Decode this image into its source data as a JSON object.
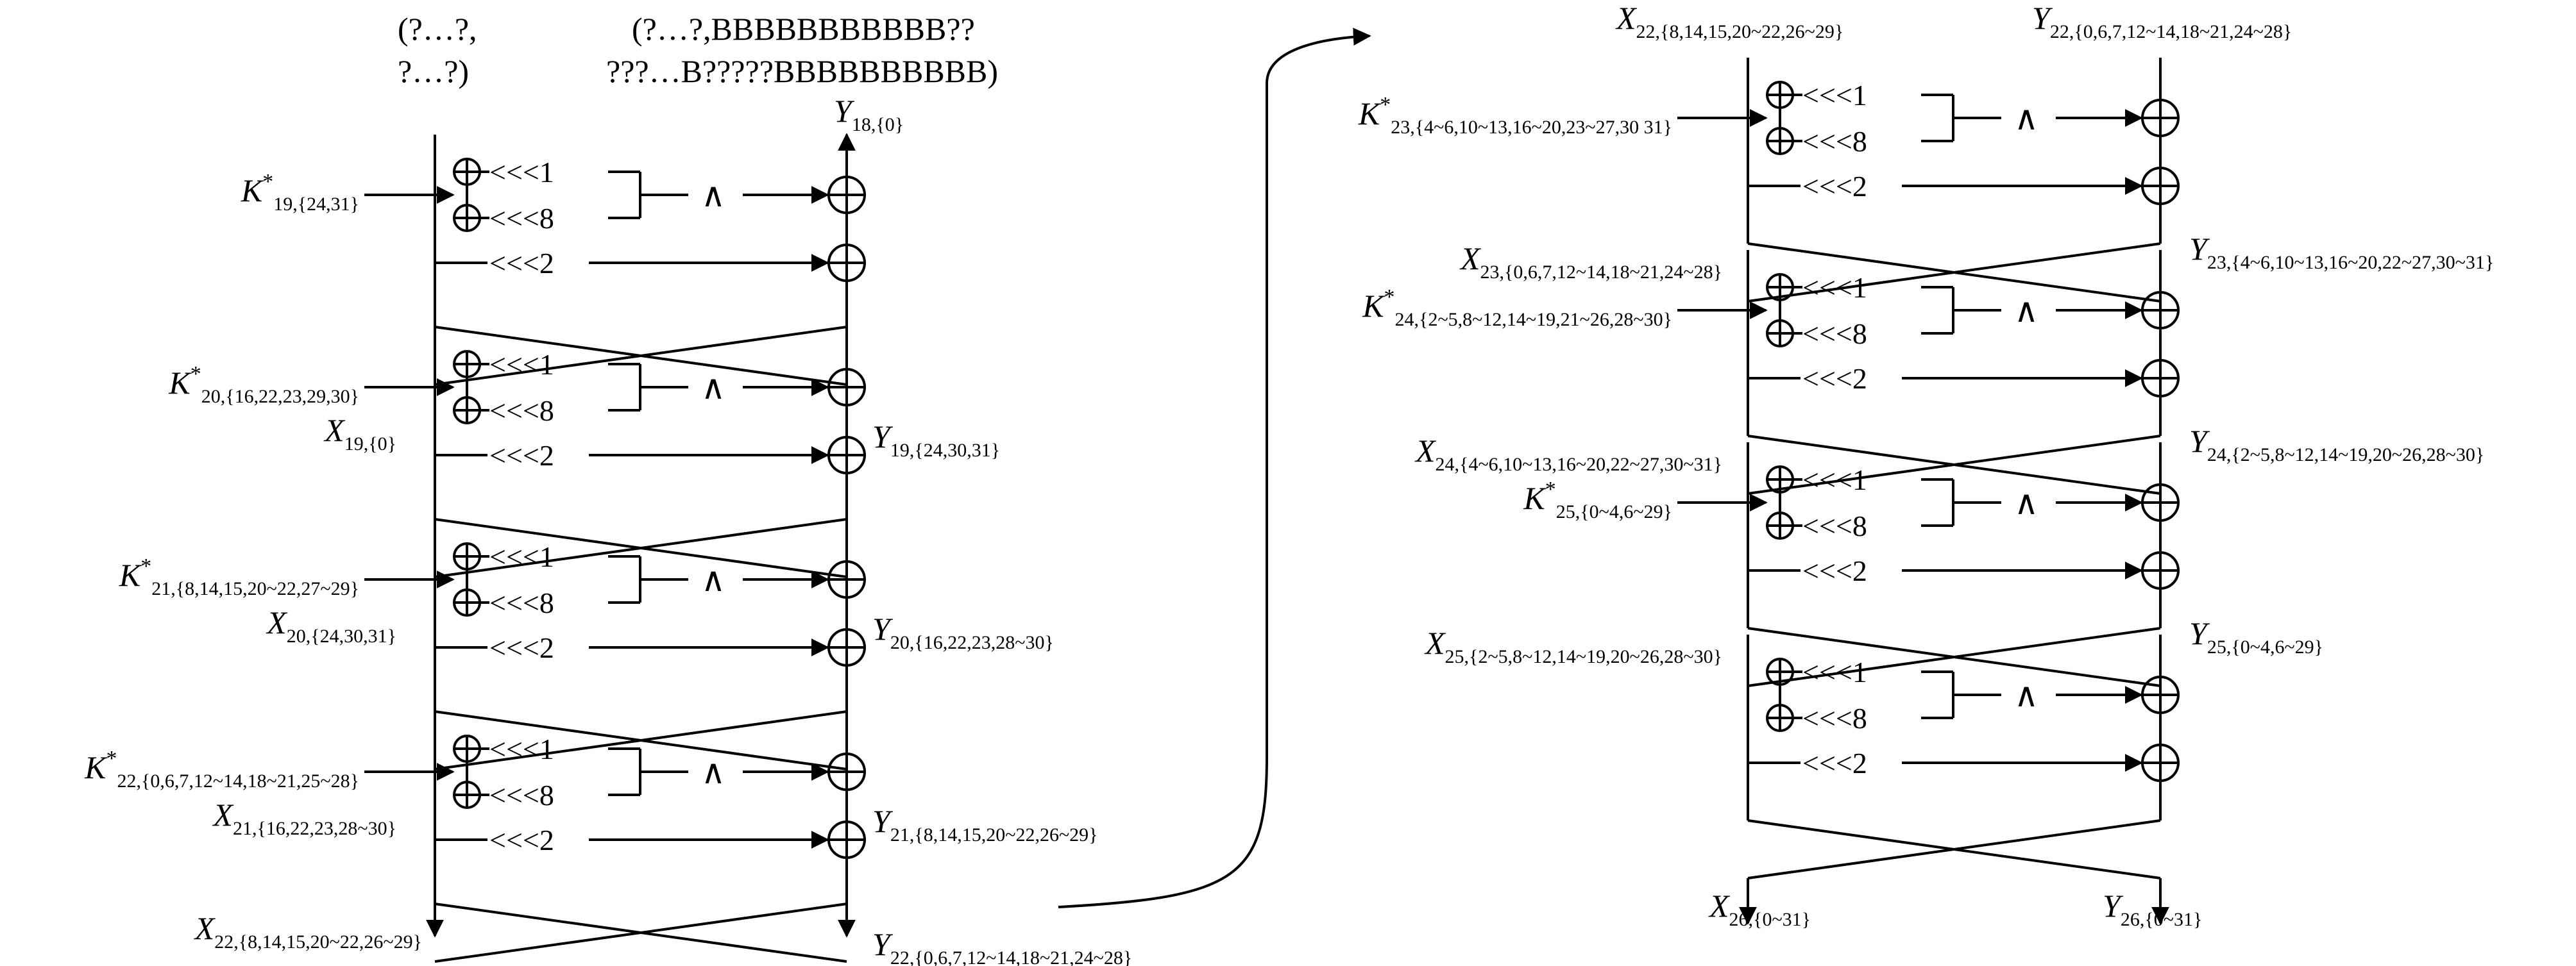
{
  "header": {
    "left_line1": "(?…?,",
    "left_line2": "?…?)",
    "right_line1": "(?…?,BBBBBBBBBBB??",
    "right_line2": "???…B?????BBBBBBBBBB)"
  },
  "ops": {
    "rot1": "<<<1",
    "rot8": "<<<8",
    "rot2": "<<<2",
    "and": "∧"
  },
  "rounds": [
    {
      "k_base": "K",
      "k_sup": "*",
      "k_sub": "19,{24,31}",
      "x_base": "X",
      "x_sub": "19,{0}",
      "y_base": "Y",
      "y_sub": "19,{24,30,31}"
    },
    {
      "k_base": "K",
      "k_sup": "*",
      "k_sub": "20,{16,22,23,29,30}",
      "x_base": "X",
      "x_sub": "20,{24,30,31}",
      "y_base": "Y",
      "y_sub": "20,{16,22,23,28~30}"
    },
    {
      "k_base": "K",
      "k_sup": "*",
      "k_sub": "21,{8,14,15,20~22,27~29}",
      "x_base": "X",
      "x_sub": "21,{16,22,23,28~30}",
      "y_base": "Y",
      "y_sub": "21,{8,14,15,20~22,26~29}"
    },
    {
      "k_base": "K",
      "k_sup": "*",
      "k_sub": "22,{0,6,7,12~14,18~21,25~28}",
      "x_base": "X",
      "x_sub": "22,{8,14,15,20~22,26~29}",
      "y_base": "Y",
      "y_sub": "22,{0,6,7,12~14,18~21,24~28}"
    },
    {
      "k_base": "K",
      "k_sup": "*",
      "k_sub": "23,{4~6,10~13,16~20,23~27,30 31}",
      "x_base": "X",
      "x_sub": "23,{0,6,7,12~14,18~21,24~28}",
      "y_base": "Y",
      "y_sub": "23,{4~6,10~13,16~20,22~27,30~31}"
    },
    {
      "k_base": "K",
      "k_sup": "*",
      "k_sub": "24,{2~5,8~12,14~19,21~26,28~30}",
      "x_base": "X",
      "x_sub": "24,{4~6,10~13,16~20,22~27,30~31}",
      "y_base": "Y",
      "y_sub": "24,{2~5,8~12,14~19,20~26,28~30}"
    },
    {
      "k_base": "K",
      "k_sup": "*",
      "k_sub": "25,{0~4,6~29}",
      "x_base": "X",
      "x_sub": "25,{2~5,8~12,14~19,20~26,28~30}",
      "y_base": "Y",
      "y_sub": "25,{0~4,6~29}"
    },
    {
      "k_base": "",
      "k_sup": "",
      "k_sub": "",
      "x_base": "X",
      "x_sub": "26,{0~31}",
      "y_base": "Y",
      "y_sub": "26,{0~31}"
    }
  ],
  "left_top_y": {
    "base": "Y",
    "sub": "18,{0}"
  },
  "right_top": {
    "x_base": "X",
    "x_sub": "22,{8,14,15,20~22,26~29}",
    "y_base": "Y",
    "y_sub": "22,{0,6,7,12~14,18~21,24~28}"
  },
  "left_bottom": {
    "x_base": "X",
    "x_sub": "22,{8,14,15,20~22,26~29}",
    "y_base": "Y",
    "y_sub": "22,{0,6,7,12~14,18~21,24~28}"
  }
}
